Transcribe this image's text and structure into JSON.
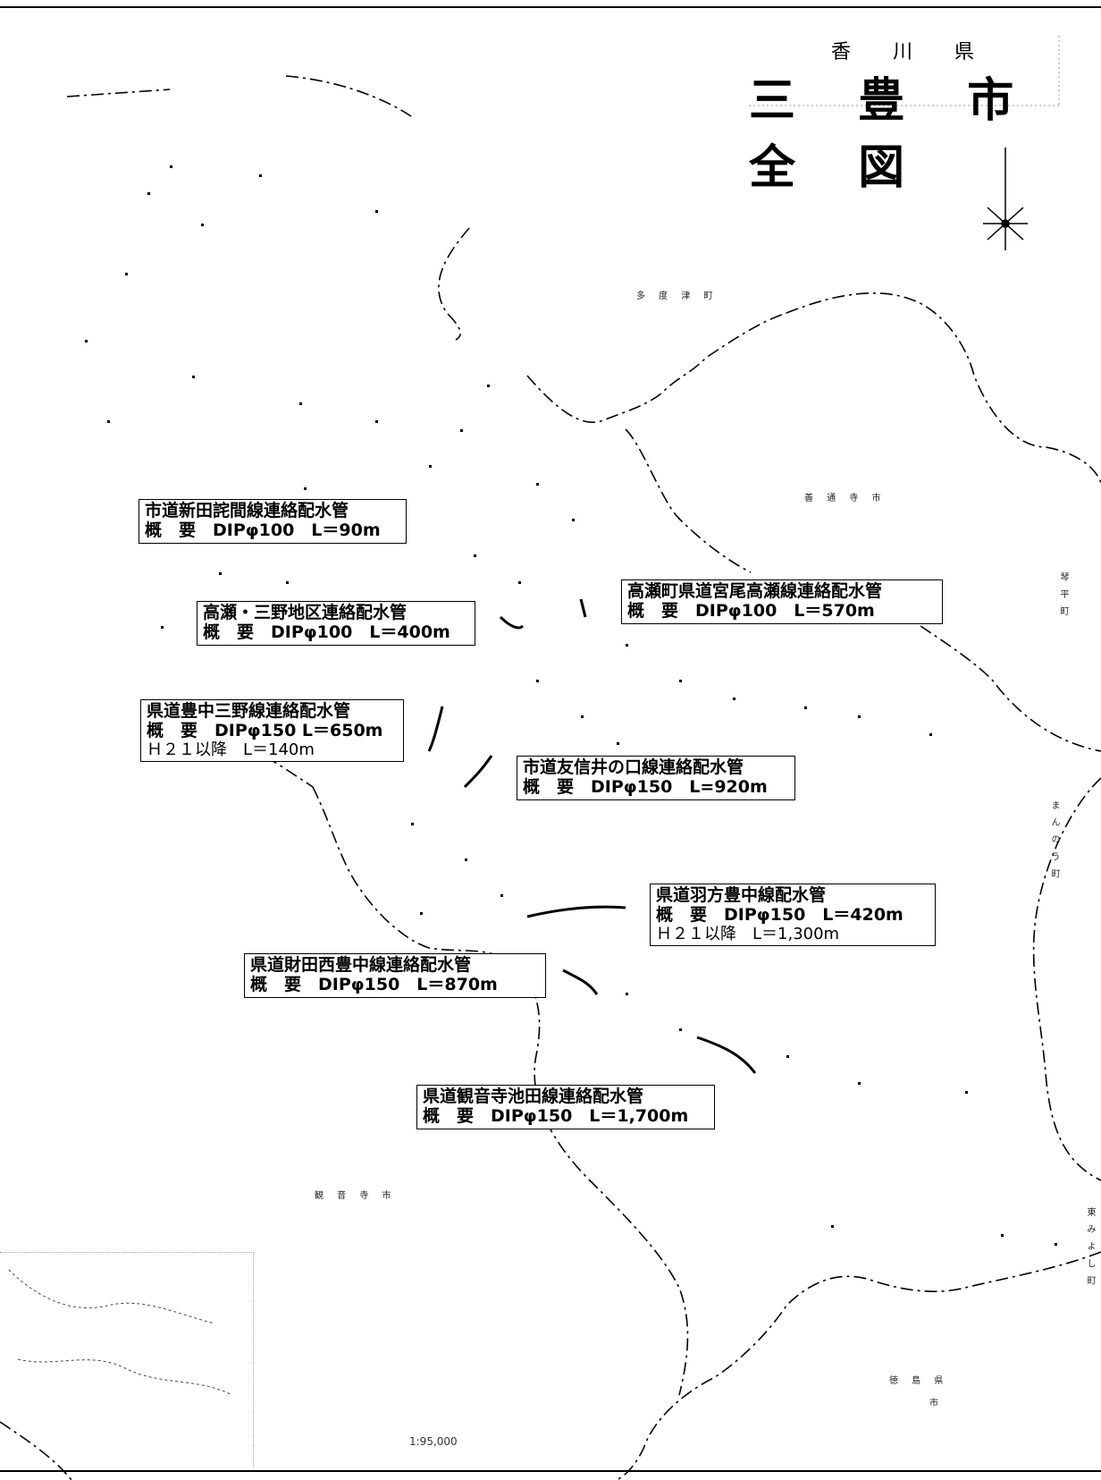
{
  "header": {
    "prefecture": "香 川 県",
    "title": "三 豊 市 全 図"
  },
  "pipes": [
    {
      "name": "市道新田詫間線連絡配水管",
      "summary": "概　要　DIPφ100　L＝90m",
      "note": ""
    },
    {
      "name": "高瀬・三野地区連絡配水管",
      "summary": "概　要　DIPφ100　L＝400m",
      "note": ""
    },
    {
      "name": "高瀬町県道宮尾高瀬線連絡配水管",
      "summary": "概　要　DIPφ100　L＝570m",
      "note": ""
    },
    {
      "name": "県道豊中三野線連絡配水管",
      "summary": "概　要　DIPφ150 L＝650m",
      "note": "Ｈ２１以降　L＝140m"
    },
    {
      "name": "市道友信井の口線連絡配水管",
      "summary": "概　要　DIPφ150　L=920m",
      "note": ""
    },
    {
      "name": "県道羽方豊中線配水管",
      "summary": "概　要　DIPφ150　L＝420m",
      "note": "Ｈ２１以降　L＝1,300m"
    },
    {
      "name": "県道財田西豊中線連絡配水管",
      "summary": "概　要　DIPφ150　L＝870m",
      "note": ""
    },
    {
      "name": "県道観音寺池田線連絡配水管",
      "summary": "概　要　DIPφ150　L＝1,700m",
      "note": ""
    }
  ],
  "places": {
    "tadotsu": "多 度 津 町",
    "zentsuji": "善 通 寺 市",
    "kotohira": "琴 平 町",
    "manno": "ま ん の う 町",
    "higashimiyoshi": "東 み よ し 町",
    "kanonji": "観 音 寺 市",
    "tokushima": "徳 島 県",
    "miyoshi_city": "市"
  },
  "scale_text": "1:95,000",
  "colors": {
    "ink": "#000000",
    "background": "#ffffff"
  }
}
